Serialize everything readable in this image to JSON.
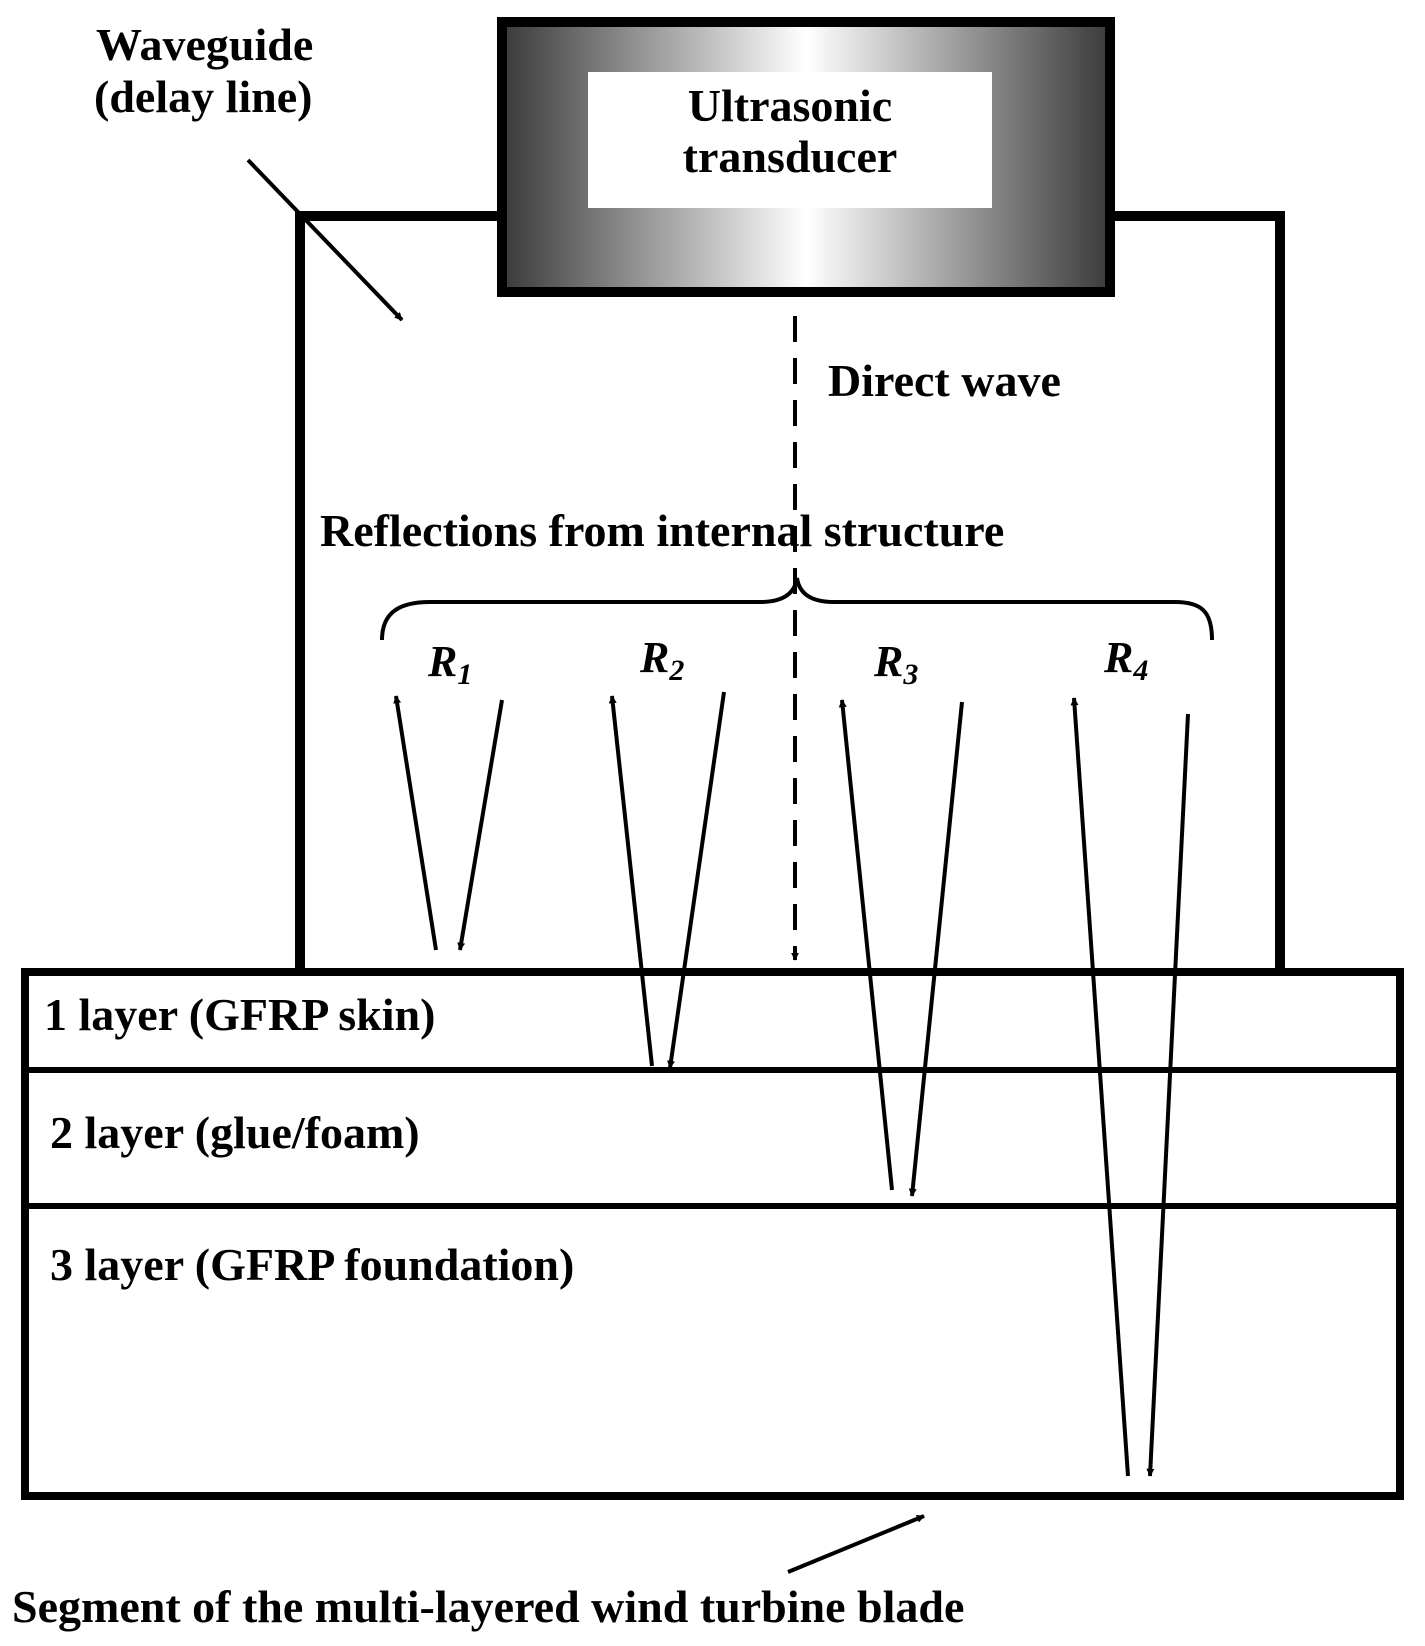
{
  "diagram": {
    "waveguide_label": {
      "line1": "Waveguide",
      "line2": "(delay line)"
    },
    "transducer_label": {
      "line1": "Ultrasonic",
      "line2": "transducer"
    },
    "direct_wave_label": "Direct wave",
    "reflections_label": "Reflections from internal structure",
    "reflections": [
      {
        "symbol": "R",
        "index": "1"
      },
      {
        "symbol": "R",
        "index": "2"
      },
      {
        "symbol": "R",
        "index": "3"
      },
      {
        "symbol": "R",
        "index": "4"
      }
    ],
    "layers": [
      "1 layer (GFRP skin)",
      "2 layer (glue/foam)",
      "3 layer (GFRP foundation)"
    ],
    "segment_label": "Segment of the multi-layered wind turbine blade"
  },
  "colors": {
    "ink": "#000000",
    "transducer_dark": "#3c3c3c",
    "transducer_light": "#ffffff",
    "background": "#ffffff"
  }
}
